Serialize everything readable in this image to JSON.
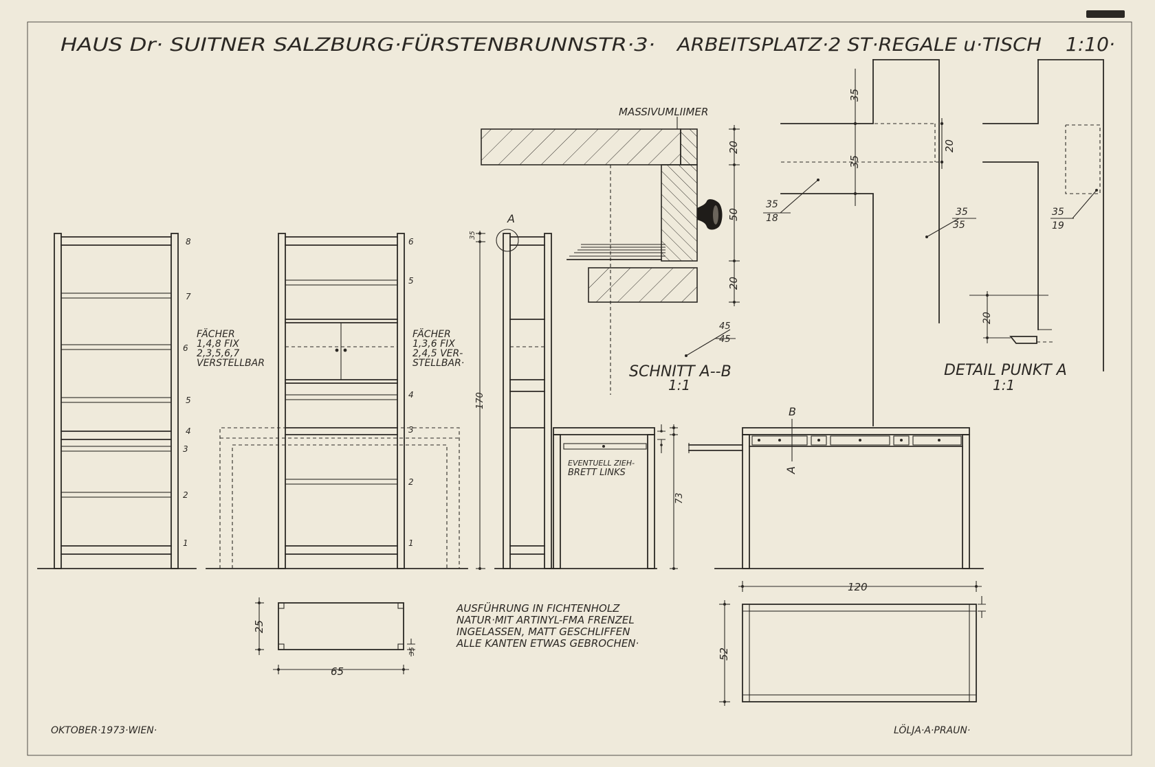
{
  "title": {
    "project": "HAUS Dr· SUITNER SALZBURG·FÜRSTENBRUNNSTR·3·",
    "subject": "ARBEITSPLATZ·2 ST·REGALE u·TISCH",
    "scale": "1:10·"
  },
  "shelf_a": {
    "numbers": [
      "8",
      "7",
      "6",
      "5",
      "4",
      "3",
      "2",
      "1"
    ],
    "note": [
      "FÄCHER",
      "1,4,8 FIX",
      "2,3,5,6,7",
      "VERSTELLBAR"
    ]
  },
  "shelf_b": {
    "numbers": [
      "6",
      "5",
      "4",
      "3",
      "2",
      "1"
    ],
    "note": [
      "FÄCHER",
      "1,3,6 FIX",
      "2,4,5 VER-",
      "STELLBAR·"
    ]
  },
  "side_view": {
    "marker": "A",
    "top_dim": "35",
    "height_dim": "170"
  },
  "desk_side": {
    "note": [
      "EVENTUELL ZIEH-",
      "BRETT LINKS"
    ],
    "height_dim": "73"
  },
  "desk_front": {
    "section_top": "B",
    "section_bottom": "A"
  },
  "section": {
    "label": "MASSIVUMLIIMER",
    "title": "SCHNITT A--B",
    "scale": "1:1",
    "dims": [
      "20",
      "50",
      "20"
    ],
    "leader": [
      "45",
      "45"
    ]
  },
  "detail": {
    "title": "DETAIL PUNKT A",
    "scale": "1:1",
    "dims_left": [
      "35",
      "35"
    ],
    "dim_mid": "20",
    "leader_1": [
      "35",
      "18"
    ],
    "leader_2": [
      "35",
      "35"
    ],
    "leader_3": [
      "35",
      "19"
    ],
    "dim_small": "20"
  },
  "plan_shelf": {
    "depth": "25",
    "width": "65",
    "small": "35"
  },
  "plan_desk": {
    "width": "120",
    "depth": "52"
  },
  "spec": [
    "AUSFÜHRUNG IN FICHTENHOLZ",
    "NATUR·MIT ARTINYL-FMA FRENZEL",
    "INGELASSEN, MATT GESCHLIFFEN",
    "ALLE KANTEN ETWAS GEBROCHEN·"
  ],
  "date": "OKTOBER·1973·WIEN·",
  "signature": "LÖLJA·A·PRAUN·"
}
